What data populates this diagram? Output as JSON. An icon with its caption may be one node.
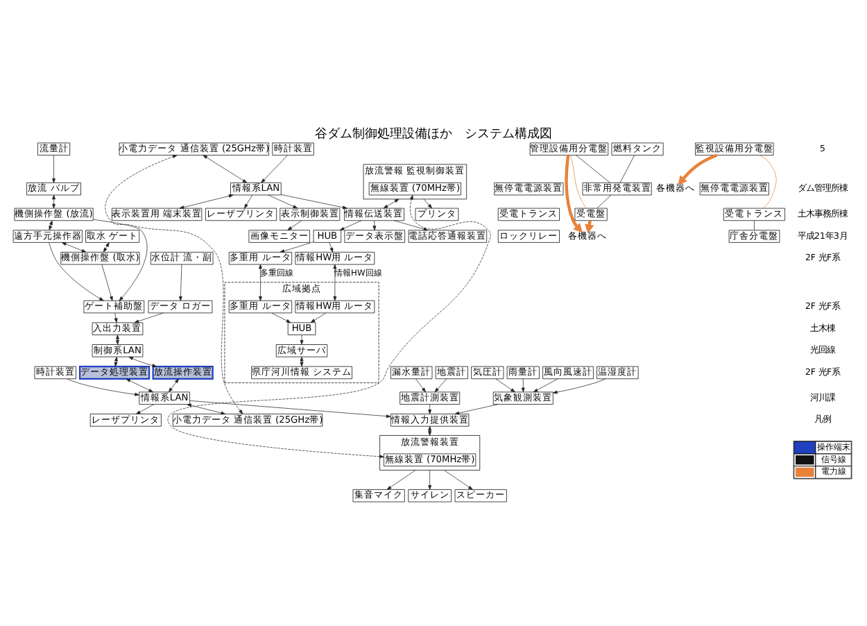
{
  "diagram": {
    "title": "谷ダム制御処理設備ほか　システム構成図",
    "nodes": [
      {
        "text": [
          "流量計"
        ]
      },
      {
        "text": [
          "放流 バルブ"
        ]
      },
      {
        "text": [
          "機側操作盤 (放流)"
        ]
      },
      {
        "text": [
          "遠方手元操作器"
        ]
      },
      {
        "text": [
          "取水 ゲート"
        ]
      },
      {
        "text": [
          "機側操作盤 (取水)"
        ]
      },
      {
        "text": [
          "水位計 流・副"
        ]
      },
      {
        "text": [
          "データ ロガー"
        ]
      },
      {
        "text": [
          "ゲート補助盤"
        ]
      },
      {
        "text": [
          "入出力装置"
        ]
      },
      {
        "text": [
          "制御系LAN"
        ]
      },
      {
        "text": [
          "放流操作装置"
        ]
      },
      {
        "text": [
          "データ処理装置"
        ]
      },
      {
        "text": [
          "情報系LAN"
        ]
      },
      {
        "text": [
          "小電力データ 通信装置 (25GHz帯)"
        ]
      },
      {
        "text": [
          "時計装置"
        ]
      },
      {
        "text": [
          "レーザプリンタ"
        ]
      },
      {
        "text": [
          "放流警報装置"
        ]
      },
      {
        "text": [
          "無線装置 (70MHz帯)"
        ],
        "in": 17
      },
      {
        "text": [
          "集音マイク"
        ]
      },
      {
        "text": [
          "サイレン"
        ]
      },
      {
        "text": [
          "スピーカー"
        ]
      },
      {
        "text": [
          "情報入力提供装置"
        ]
      },
      {
        "text": [
          "地震計測装置"
        ]
      },
      {
        "text": [
          "地震計"
        ]
      },
      {
        "text": [
          "漏水量計"
        ]
      },
      {
        "text": [
          "雨量計"
        ]
      },
      {
        "text": [
          "風向風速計"
        ]
      },
      {
        "text": [
          "温湿度計"
        ]
      },
      {
        "text": [
          "気圧計"
        ]
      },
      {
        "text": [
          "気象観測装置"
        ]
      },
      {
        "text": [
          "小電力データ 通信装置 (25GHz帯)"
        ]
      },
      {
        "text": [
          "情報系LAN"
        ]
      },
      {
        "text": [
          "表示制御装置"
        ]
      },
      {
        "text": [
          "画像モニター"
        ]
      },
      {
        "text": [
          "表示装置用 端末装置"
        ]
      },
      {
        "text": [
          "レーザプリンタ"
        ]
      },
      {
        "text": [
          "時計装置"
        ]
      },
      {
        "text": [
          "データ表示盤"
        ]
      },
      {
        "text": [
          "電話応答通報装置"
        ]
      },
      {
        "text": [
          "情報伝送装置"
        ]
      },
      {
        "text": [
          "放流警報 監視制御装置"
        ]
      },
      {
        "text": [
          "無線装置 (70MHz帯)"
        ],
        "in": 41
      },
      {
        "text": [
          "プリンタ"
        ]
      },
      {
        "text": [
          "HUB"
        ]
      },
      {
        "text": [
          "多重用 ルータ"
        ]
      },
      {
        "text": [
          "情報HW用 ルータ"
        ]
      },
      {
        "text": [
          "広域拠点"
        ]
      },
      {
        "text": [
          "多重用 ルータ"
        ],
        "in": 47
      },
      {
        "text": [
          "情報HW用 ルータ"
        ],
        "in": 47
      },
      {
        "text": [
          "HUB"
        ],
        "in": 47
      },
      {
        "text": [
          "広域サーバ"
        ],
        "in": 47
      },
      {
        "text": [
          "県庁河川情報 システム"
        ],
        "in": 47
      },
      {
        "text": [
          "各機器へ"
        ]
      },
      {
        "text": [
          "管理設備用分電盤"
        ]
      },
      {
        "text": [
          "無停電電源装置"
        ]
      },
      {
        "text": [
          "受電トランス"
        ]
      },
      {
        "text": [
          "ロックリレー"
        ]
      },
      {
        "text": [
          "燃料タンク"
        ]
      },
      {
        "text": [
          "非常用発電装置"
        ]
      },
      {
        "text": [
          "受電盤"
        ]
      },
      {
        "text": [
          "各機器へ"
        ]
      },
      {
        "text": [
          "監視設備用分電盤"
        ]
      },
      {
        "text": [
          "無停電電源装置"
        ]
      },
      {
        "text": [
          "受電トランス"
        ]
      },
      {
        "text": [
          "庁舎分電盤"
        ]
      }
    ],
    "edges": [
      {
        "from": 0,
        "to": 1,
        "arrow": "to"
      },
      {
        "from": 1,
        "to": 2,
        "arrow": "both"
      },
      {
        "from": 2,
        "to": 3,
        "arrow": "both"
      },
      {
        "from": 3,
        "to": 5,
        "arrow": "both"
      },
      {
        "from": 4,
        "to": 5,
        "arrow": "both"
      },
      {
        "from": 2,
        "to": 8,
        "arrow": "to"
      },
      {
        "from": 3,
        "to": 8,
        "arrow": "to"
      },
      {
        "from": 5,
        "to": 8,
        "arrow": "to"
      },
      {
        "from": 6,
        "to": 7,
        "arrow": "to"
      },
      {
        "from": 7,
        "to": 9,
        "arrow": "to"
      },
      {
        "from": 8,
        "to": 9,
        "arrow": "to"
      },
      {
        "from": 9,
        "to": 10,
        "arrow": "both"
      },
      {
        "from": 10,
        "to": 11,
        "arrow": "both"
      },
      {
        "from": 10,
        "to": 12,
        "arrow": "both"
      },
      {
        "from": 11,
        "to": 13,
        "arrow": "both"
      },
      {
        "from": 12,
        "to": 13,
        "arrow": "both"
      },
      {
        "from": 13,
        "to": 14,
        "arrow": "both"
      },
      {
        "from": 15,
        "to": 13,
        "arrow": "to"
      },
      {
        "from": 13,
        "to": 16,
        "arrow": "to"
      },
      {
        "from": 14,
        "to": 31,
        "arrow": "both",
        "style": "dashed"
      },
      {
        "from": 13,
        "to": 22,
        "arrow": "to"
      },
      {
        "from": 17,
        "to": 19,
        "arrow": "to"
      },
      {
        "from": 17,
        "to": 20,
        "arrow": "to"
      },
      {
        "from": 17,
        "to": 21,
        "arrow": "to"
      },
      {
        "from": 22,
        "to": 17,
        "arrow": "both"
      },
      {
        "from": 18,
        "to": 42,
        "arrow": "both",
        "style": "dashed"
      },
      {
        "from": 24,
        "to": 23,
        "arrow": "to"
      },
      {
        "from": 25,
        "to": 23,
        "arrow": "to"
      },
      {
        "from": 23,
        "to": 22,
        "arrow": "to"
      },
      {
        "from": 26,
        "to": 30,
        "arrow": "to"
      },
      {
        "from": 27,
        "to": 30,
        "arrow": "to"
      },
      {
        "from": 28,
        "to": 30,
        "arrow": "to"
      },
      {
        "from": 29,
        "to": 30,
        "arrow": "to"
      },
      {
        "from": 30,
        "to": 22,
        "arrow": "to"
      },
      {
        "from": 31,
        "to": 32,
        "arrow": "both"
      },
      {
        "from": 32,
        "to": 33,
        "arrow": "to"
      },
      {
        "from": 33,
        "to": 34,
        "arrow": "to"
      },
      {
        "from": 32,
        "to": 35,
        "arrow": "both"
      },
      {
        "from": 32,
        "to": 36,
        "arrow": "to"
      },
      {
        "from": 37,
        "to": 32,
        "arrow": "to"
      },
      {
        "from": 32,
        "to": 40,
        "arrow": "to"
      },
      {
        "from": 40,
        "to": 38,
        "arrow": "to"
      },
      {
        "from": 40,
        "to": 39,
        "arrow": "to"
      },
      {
        "from": 41,
        "to": 40,
        "arrow": "both"
      },
      {
        "from": 41,
        "to": 43,
        "arrow": "to"
      },
      {
        "from": 40,
        "to": 44,
        "arrow": "to"
      },
      {
        "from": 44,
        "to": 45,
        "arrow": "to"
      },
      {
        "from": 44,
        "to": 46,
        "arrow": "to"
      },
      {
        "from": 45,
        "to": 48,
        "arrow": "both",
        "label": "多重回線"
      },
      {
        "from": 46,
        "to": 49,
        "arrow": "both",
        "label": "情報HW回線"
      },
      {
        "from": 48,
        "to": 50,
        "arrow": "to"
      },
      {
        "from": 49,
        "to": 50,
        "arrow": "to"
      },
      {
        "from": 50,
        "to": 51,
        "arrow": "to"
      },
      {
        "from": 51,
        "to": 52,
        "arrow": "both"
      },
      {
        "from": 54,
        "to": 53,
        "arrow": "to",
        "style": "thick",
        "color": "#e8823a"
      },
      {
        "from": 60,
        "to": 53,
        "arrow": "to",
        "style": "thick",
        "color": "#e8823a"
      },
      {
        "from": 54,
        "to": 60,
        "arrow": "none",
        "color": "#e8823a"
      },
      {
        "from": 54,
        "to": 59,
        "arrow": "none"
      },
      {
        "from": 58,
        "to": 59,
        "arrow": "none"
      },
      {
        "from": 59,
        "to": 60,
        "arrow": "none"
      },
      {
        "from": 62,
        "to": 61,
        "arrow": "to",
        "style": "thick",
        "color": "#e8823a"
      },
      {
        "from": 62,
        "to": 64,
        "arrow": "none",
        "color": "#e8823a"
      },
      {
        "from": 64,
        "to": 65,
        "arrow": "none"
      }
    ],
    "labels": [
      "5",
      "ダム管理所棟",
      "土木事務所棟",
      "平成21年3月",
      "2F 光F系",
      "2F 光F系",
      "土木棟",
      "光回線",
      "2F 光F系",
      "河川課",
      "凡例"
    ],
    "legend": [
      {
        "text": "操作端末",
        "color": "#2040c0"
      },
      {
        "text": "信号線"
      },
      {
        "text": "電力線"
      }
    ]
  }
}
